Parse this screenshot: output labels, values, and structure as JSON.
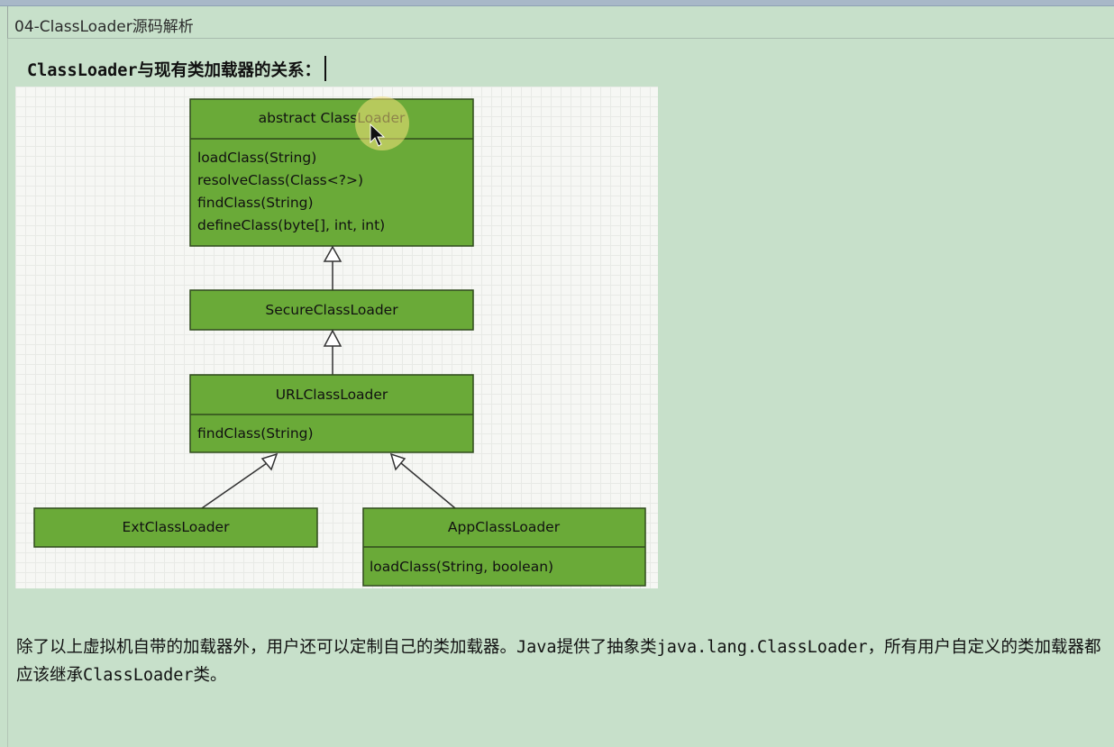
{
  "window": {
    "title": "04-ClassLoader源码解析"
  },
  "heading": {
    "code": "ClassLoader",
    "text": "与现有类加载器的关系："
  },
  "diagram": {
    "classes": {
      "classloader": {
        "name": "abstract ClassLoader",
        "methods": [
          "loadClass(String)",
          "resolveClass(Class<?>)",
          "findClass(String)",
          "defineClass(byte[], int, int)"
        ]
      },
      "secure": {
        "name": "SecureClassLoader"
      },
      "url": {
        "name": "URLClassLoader",
        "methods": [
          "findClass(String)"
        ]
      },
      "ext": {
        "name": "ExtClassLoader"
      },
      "app": {
        "name": "AppClassLoader",
        "methods": [
          "loadClass(String, boolean)"
        ]
      }
    },
    "colors": {
      "box_fill": "#6aaa38",
      "box_stroke": "#2f4a1c",
      "arrow": "#333333"
    }
  },
  "paragraph": {
    "p1": "除了以上虚拟机自带的加载器外，用户还可以定制自己的类加载器。",
    "c1": "Java",
    "p2": "提供了抽象类",
    "c2": "java.lang.ClassLoader",
    "p3": "，所有用户自定义的类加载器都应该继承",
    "c3": "ClassLoader",
    "p4": "类。"
  }
}
